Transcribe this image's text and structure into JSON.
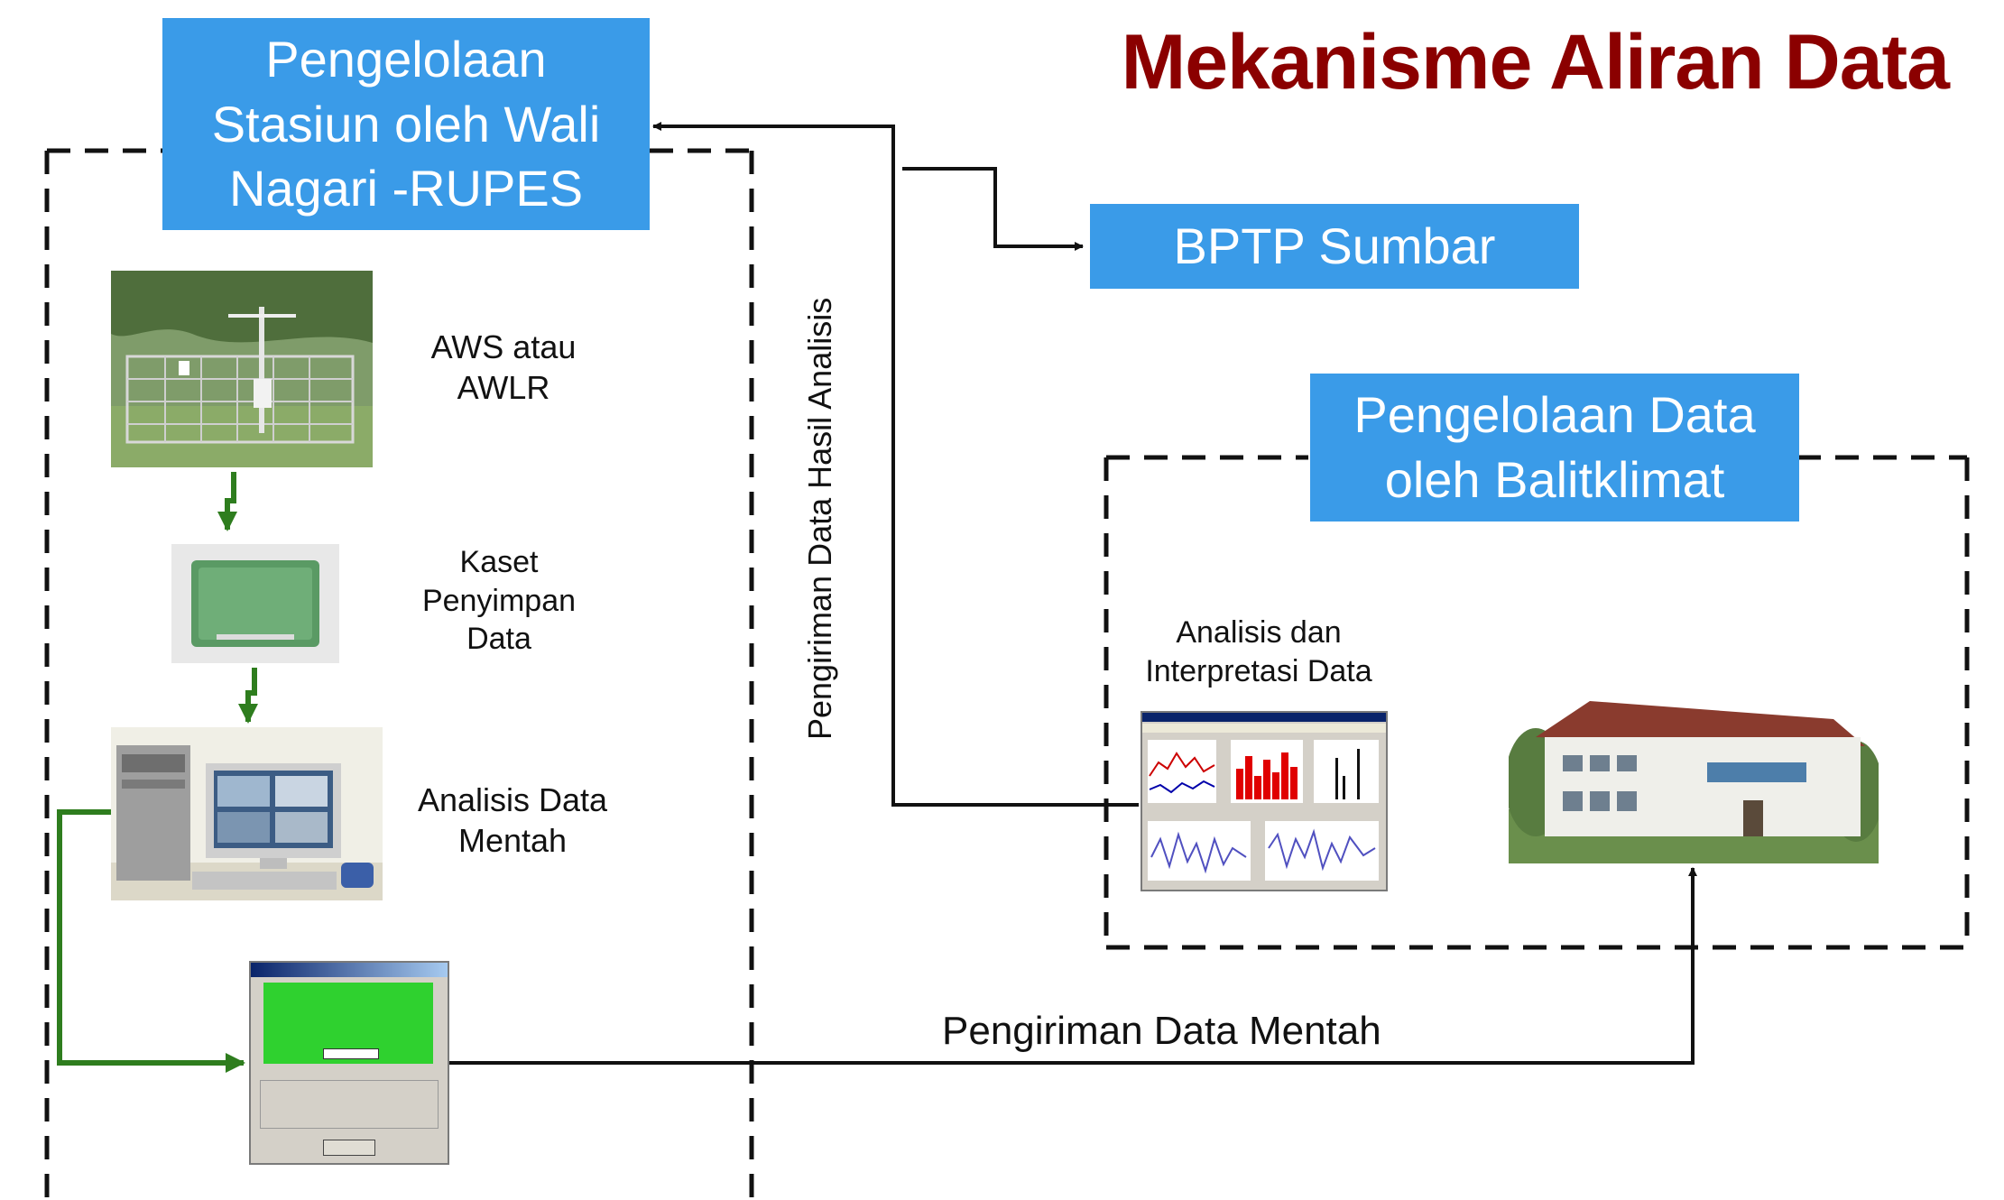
{
  "title": "Mekanisme Aliran Data",
  "boxes": {
    "rupes": "Pengelolaan Stasiun oleh Wali Nagari -RUPES",
    "bptp": "BPTP Sumbar",
    "balitklimat": "Pengelolaan Data oleh Balitklimat"
  },
  "steps": {
    "aws": "AWS atau AWLR",
    "kaset": "Kaset Penyimpan Data",
    "analisis_mentah": "Analisis Data Mentah",
    "analisis_interpretasi": "Analisis dan Interpretasi Data"
  },
  "flows": {
    "hasil_analisis": "Pengiriman Data Hasil Analisis",
    "data_mentah": "Pengiriman Data Mentah"
  },
  "colors": {
    "title": "#8b0000",
    "box": "#3a9be8",
    "green_arrow": "#2e7d1e"
  }
}
